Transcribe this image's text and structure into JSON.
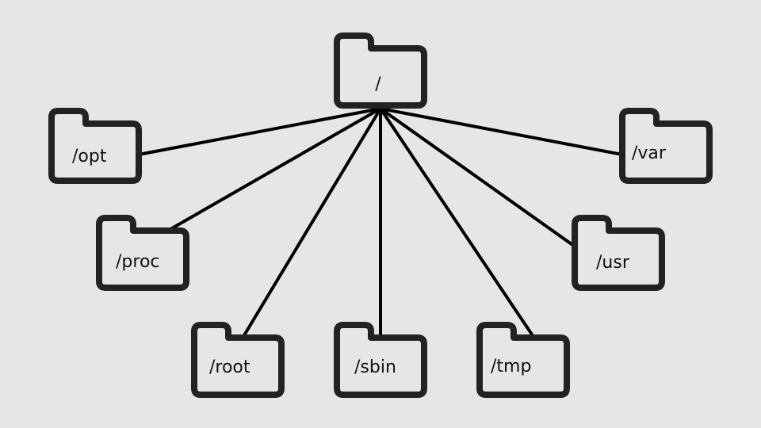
{
  "colors": {
    "background": "#e6e6e6",
    "folder_outline": "#222222",
    "folder_fill": "#e6e6e6",
    "edge": "#000000"
  },
  "root": {
    "label": "/",
    "icon": "folder-icon"
  },
  "children": [
    {
      "id": "opt",
      "label": "/opt",
      "icon": "folder-icon"
    },
    {
      "id": "proc",
      "label": "/proc",
      "icon": "folder-icon"
    },
    {
      "id": "root",
      "label": "/root",
      "icon": "folder-icon"
    },
    {
      "id": "sbin",
      "label": "/sbin",
      "icon": "folder-icon"
    },
    {
      "id": "tmp",
      "label": "/tmp",
      "icon": "folder-icon"
    },
    {
      "id": "usr",
      "label": "/usr",
      "icon": "folder-icon"
    },
    {
      "id": "var",
      "label": "/var",
      "icon": "folder-icon"
    }
  ]
}
